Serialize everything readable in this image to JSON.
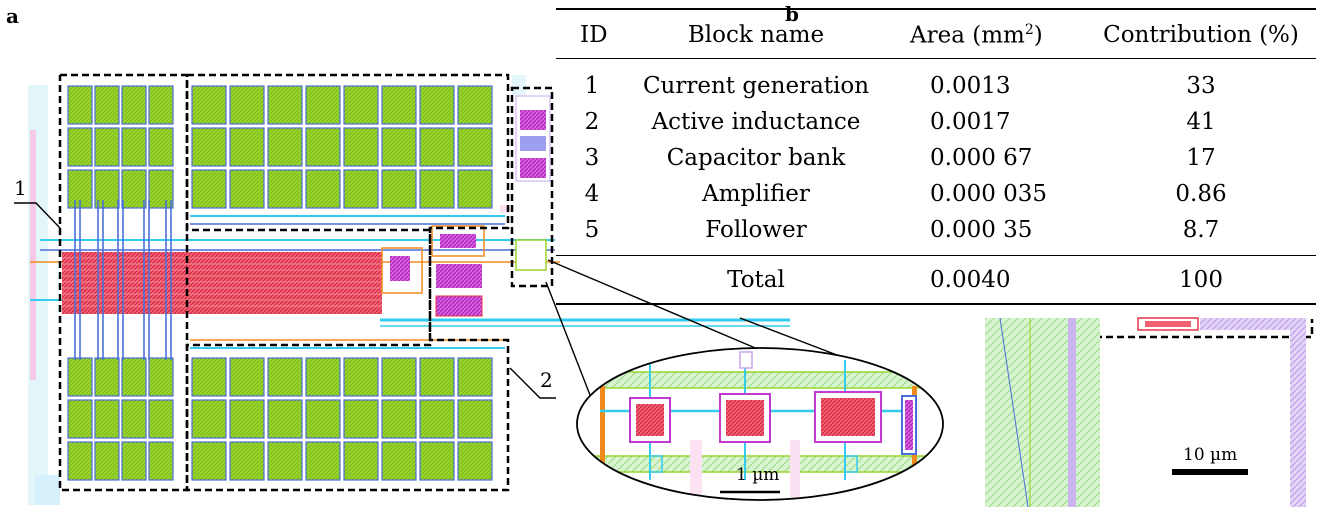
{
  "figure": {
    "panel_a_label": "a",
    "panel_b_label": "b",
    "callout_1": "1",
    "callout_2": "2",
    "scale_inset": "1 µm",
    "scale_right": "10 µm"
  },
  "table": {
    "headers": {
      "id": "ID",
      "name": "Block name",
      "area_prefix": "Area (mm",
      "area_sup": "2",
      "area_suffix": ")",
      "contribution": "Contribution (%)"
    },
    "rows": [
      {
        "id": "1",
        "name": "Current generation",
        "area": "0.0013",
        "contribution": "33"
      },
      {
        "id": "2",
        "name": "Active inductance",
        "area": "0.0017",
        "contribution": "41"
      },
      {
        "id": "3",
        "name": "Capacitor bank",
        "area": "0.000 67",
        "contribution": "17"
      },
      {
        "id": "4",
        "name": "Amplifier",
        "area": "0.000 035",
        "contribution": "0.86"
      },
      {
        "id": "5",
        "name": "Follower",
        "area": "0.000 35",
        "contribution": "8.7"
      }
    ],
    "total": {
      "name": "Total",
      "area": "0.0040",
      "contribution": "100"
    }
  },
  "colors": {
    "cell_green": "#9ad42a",
    "metal_blue": "#4a6fd8",
    "poly_red": "#e8334a",
    "via_magenta": "#c23ad0",
    "cyan": "#33ccee",
    "orange": "#f08a1c",
    "light_green": "#b9e9a8",
    "lavender": "#c7a7ee"
  }
}
